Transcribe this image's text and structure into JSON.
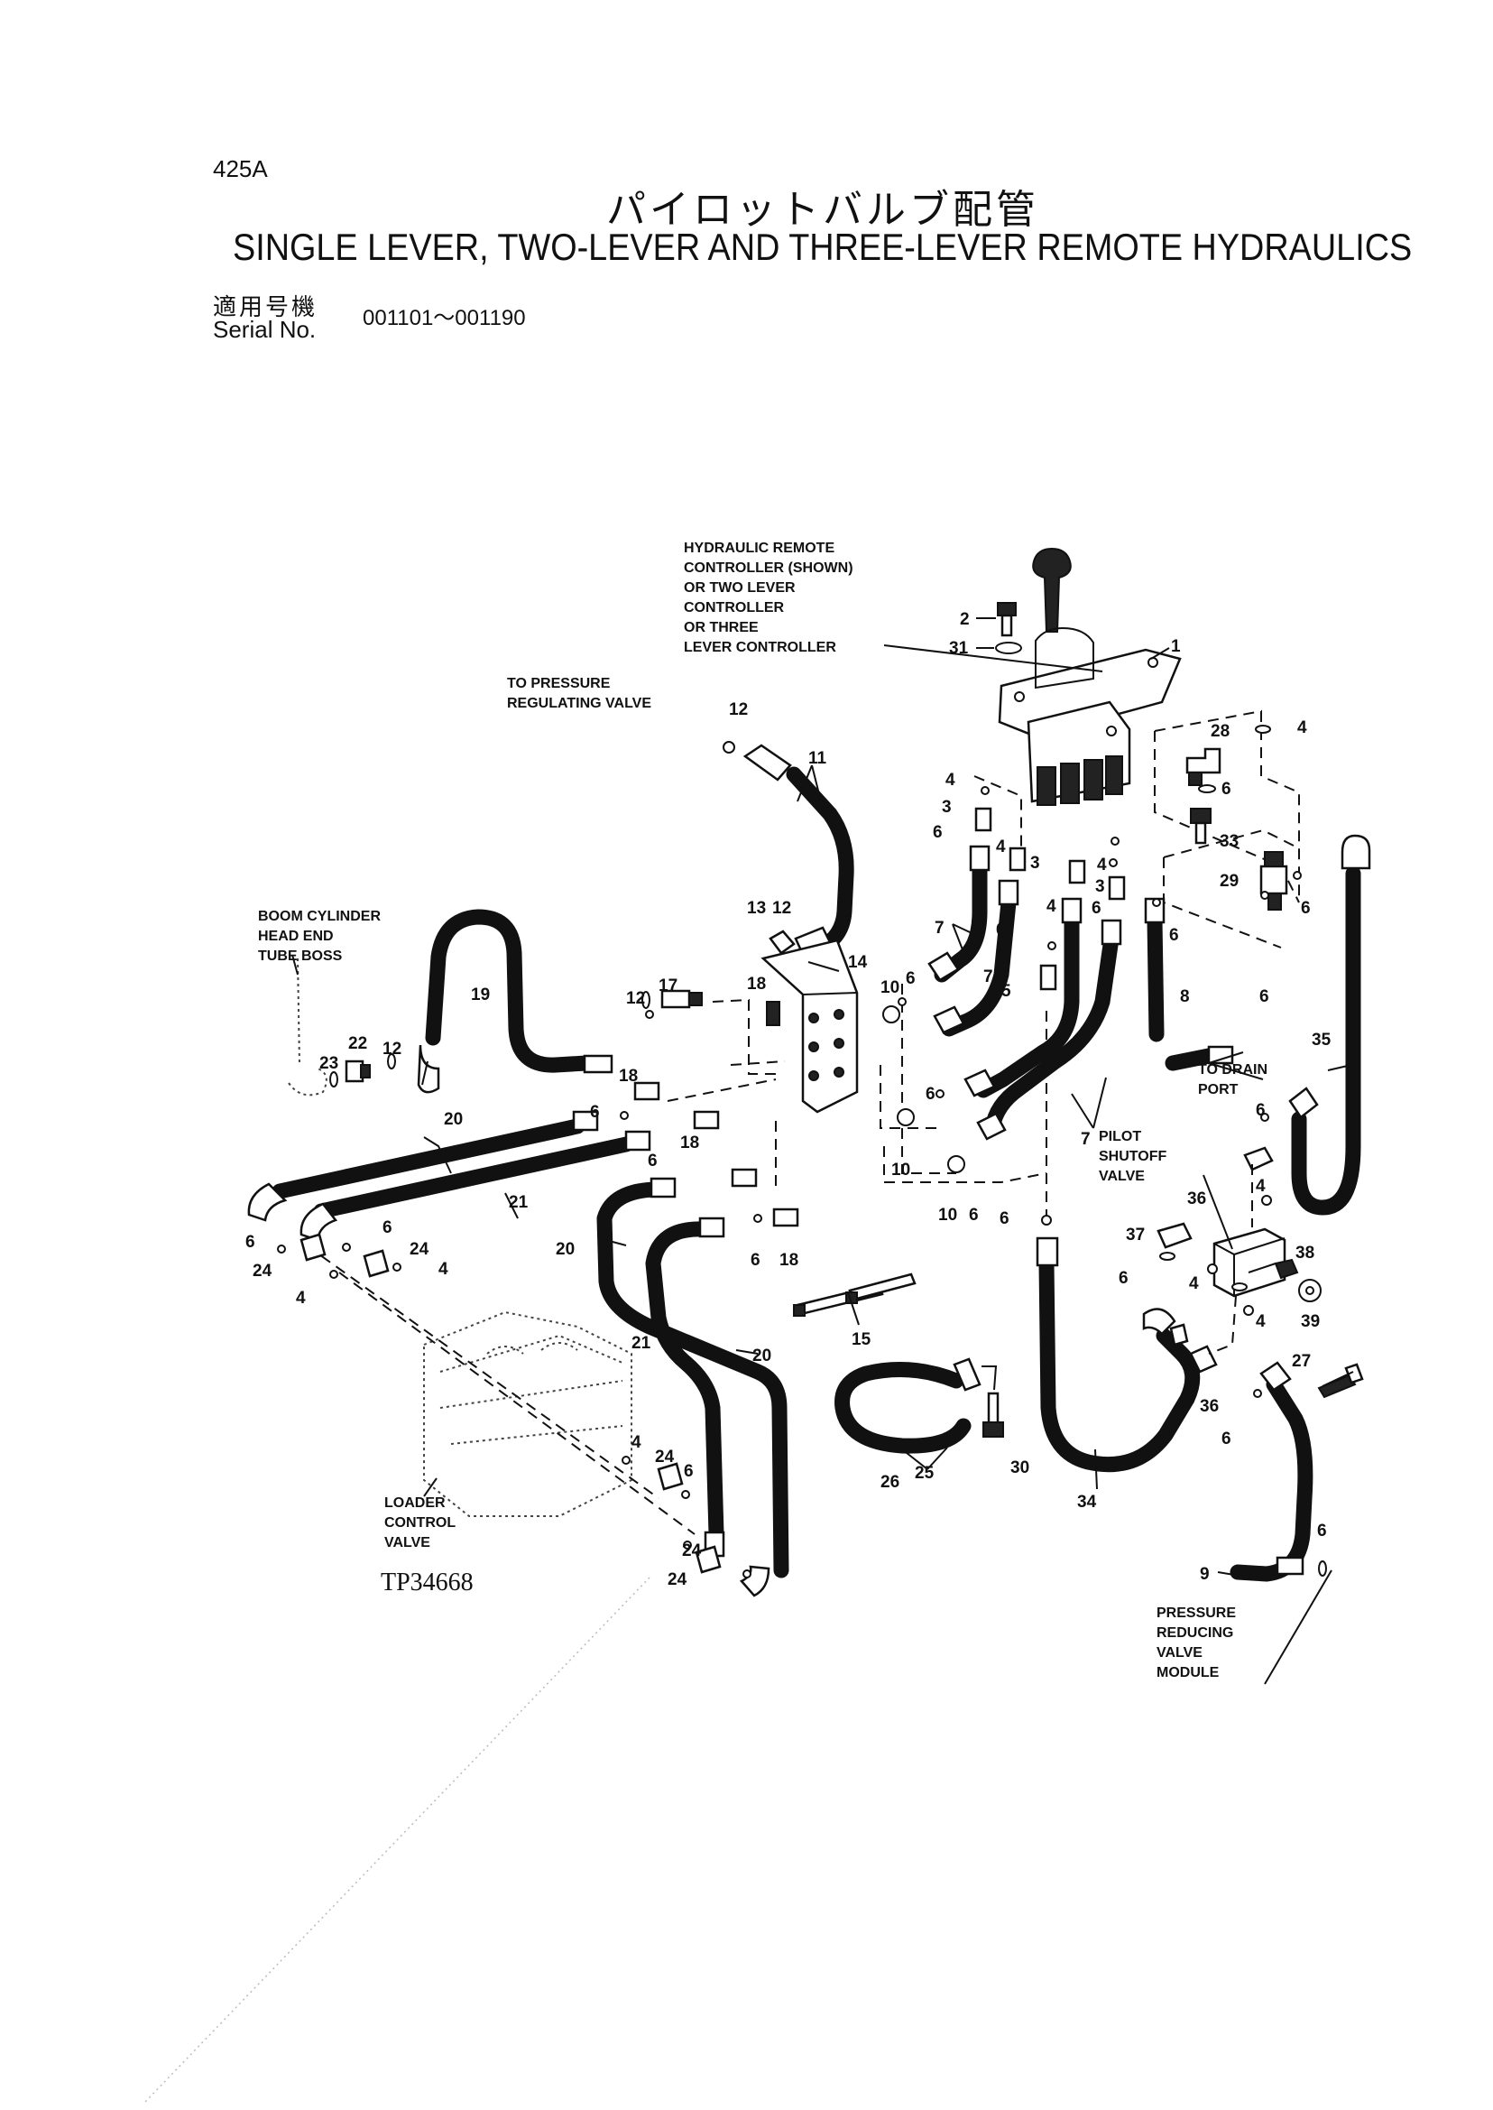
{
  "header": {
    "page_number": "425A",
    "title_jp": "パイロットバルブ配管",
    "title_en": "SINGLE LEVER, TWO-LEVER AND THREE-LEVER REMOTE HYDRAULICS",
    "serial_label_jp": "適用号機",
    "serial_label_en": "Serial No.",
    "serial_range": "001101～001190"
  },
  "callouts": {
    "controller": [
      "HYDRAULIC REMOTE",
      "CONTROLLER (SHOWN)",
      "OR TWO LEVER",
      "CONTROLLER",
      "OR THREE",
      "LEVER CONTROLLER"
    ],
    "pressure_regulating": [
      "TO PRESSURE",
      "REGULATING VALVE"
    ],
    "boom_cylinder": [
      "BOOM CYLINDER",
      "HEAD END",
      "TUBE BOSS"
    ],
    "drain_port": [
      "TO DRAIN",
      "PORT"
    ],
    "pilot_shutoff": [
      "PILOT",
      "SHUTOFF",
      "VALVE"
    ],
    "loader_control": [
      "LOADER",
      "CONTROL",
      "VALVE"
    ],
    "pressure_reducing": [
      "PRESSURE",
      "REDUCING",
      "VALVE",
      "MODULE"
    ]
  },
  "drawing_code": "TP34668",
  "part_numbers": {
    "p1": "1",
    "p2": "2",
    "p3a": "3",
    "p3b": "3",
    "p3c": "3",
    "p4a": "4",
    "p4b": "4",
    "p4c": "4",
    "p4d": "4",
    "p4e": "4",
    "p4f": "4",
    "p4g": "4",
    "p4h": "4",
    "p4i": "4",
    "p4j": "4",
    "p4k": "4",
    "p5": "5",
    "p6a": "6",
    "p6b": "6",
    "p6c": "6",
    "p6d": "6",
    "p6e": "6",
    "p6f": "6",
    "p6g": "6",
    "p6h": "6",
    "p6i": "6",
    "p6j": "6",
    "p6k": "6",
    "p6l": "6",
    "p6m": "6",
    "p6n": "6",
    "p6o": "6",
    "p6p": "6",
    "p6q": "6",
    "p6r": "6",
    "p6s": "6",
    "p6t": "6",
    "p6u": "6",
    "p7a": "7",
    "p7b": "7",
    "p7c": "7",
    "p8": "8",
    "p9": "9",
    "p10a": "10",
    "p10b": "10",
    "p10c": "10",
    "p11": "11",
    "p12a": "12",
    "p12b": "12",
    "p12c": "12",
    "p12d": "12",
    "p13": "13",
    "p14": "14",
    "p15": "15",
    "p17": "17",
    "p18a": "18",
    "p18b": "18",
    "p18c": "18",
    "p18d": "18",
    "p19": "19",
    "p20a": "20",
    "p20b": "20",
    "p20c": "20",
    "p21a": "21",
    "p21b": "21",
    "p22": "22",
    "p23": "23",
    "p24a": "24",
    "p24b": "24",
    "p24c": "24",
    "p24d": "24",
    "p24e": "24",
    "p25": "25",
    "p26": "26",
    "p27": "27",
    "p28": "28",
    "p29": "29",
    "p30": "30",
    "p31": "31",
    "p33": "33",
    "p34": "34",
    "p35": "35",
    "p36a": "36",
    "p36b": "36",
    "p37": "37",
    "p38": "38",
    "p39": "39"
  }
}
